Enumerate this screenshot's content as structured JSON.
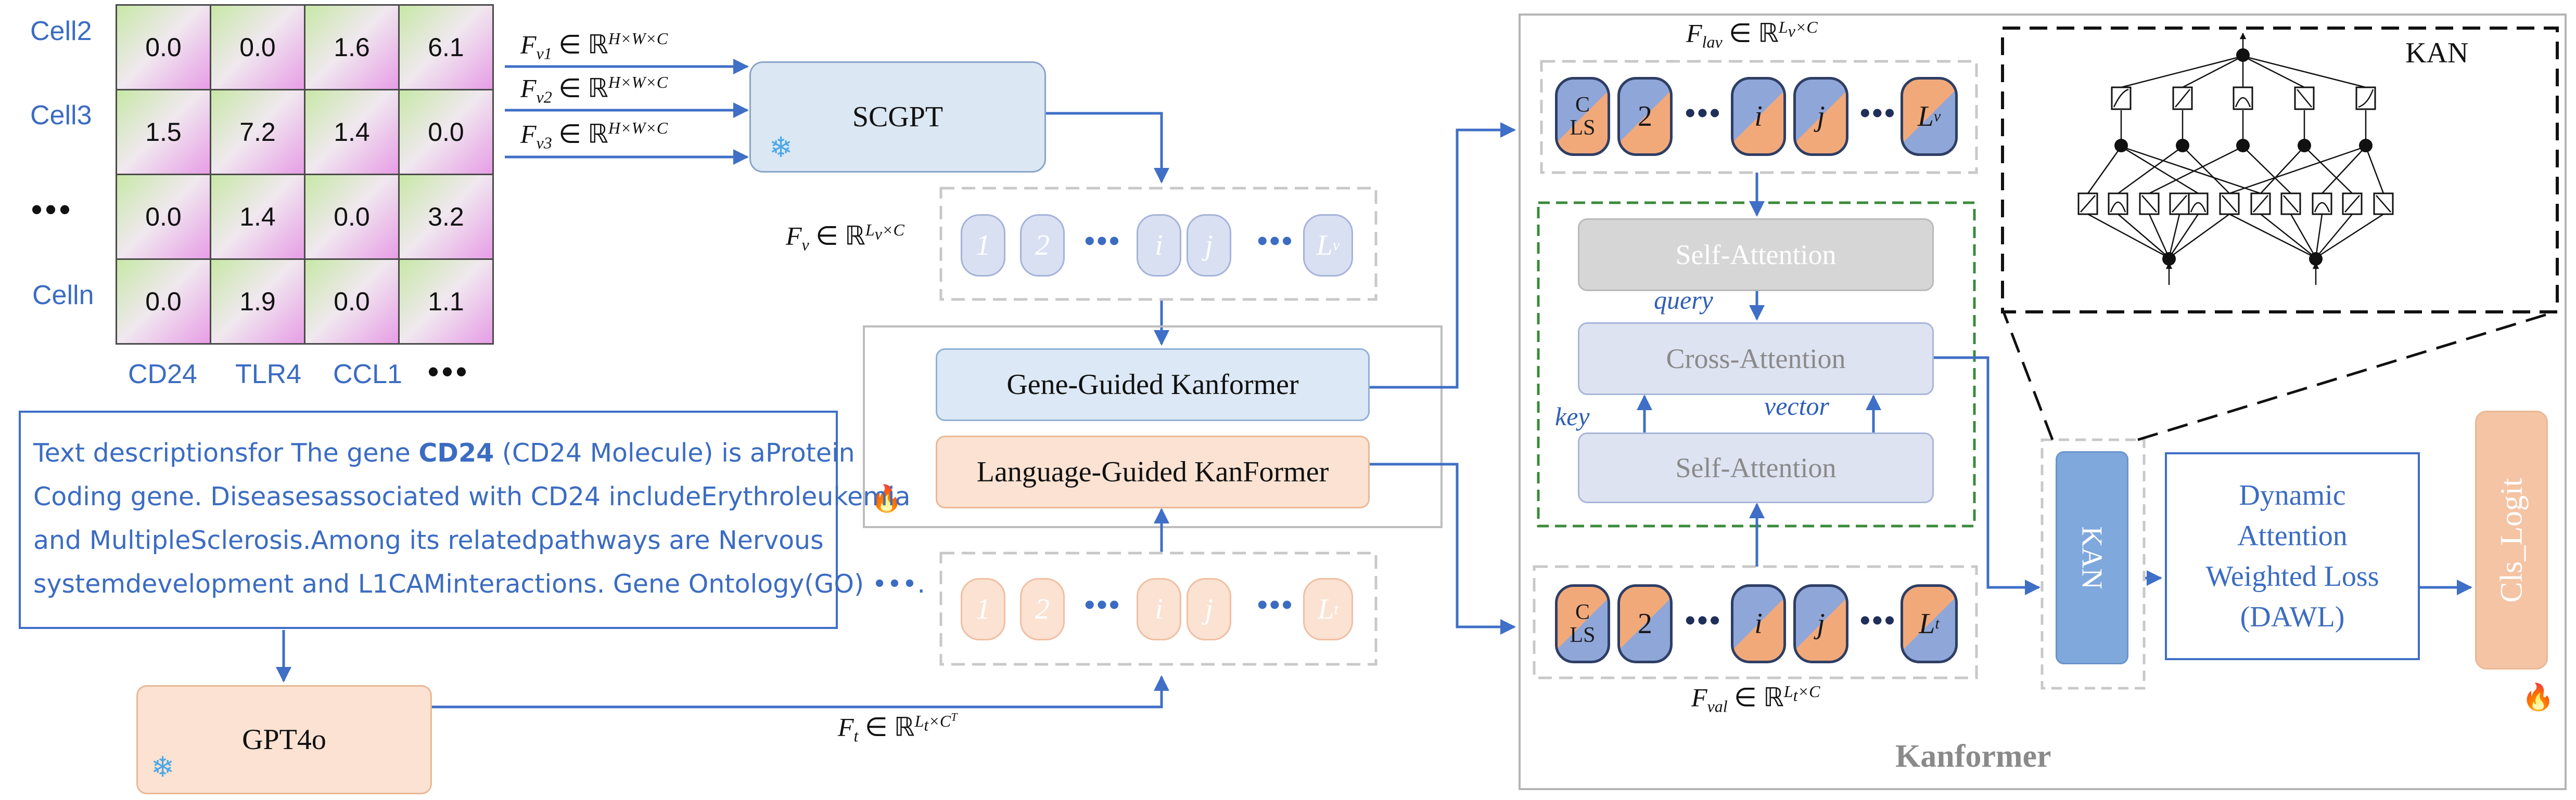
{
  "matrix": {
    "row_labels": [
      "Cell2",
      "Cell3",
      "•••",
      "Celln"
    ],
    "col_labels": [
      "CD24",
      "TLR4",
      "CCL1",
      "•••"
    ],
    "values": [
      [
        "0.0",
        "0.0",
        "1.6",
        "6.1"
      ],
      [
        "1.5",
        "7.2",
        "1.4",
        "0.0"
      ],
      [
        "0.0",
        "1.4",
        "0.0",
        "3.2"
      ],
      [
        "0.0",
        "1.9",
        "0.0",
        "1.1"
      ]
    ]
  },
  "inputs": {
    "fv1_label": "F",
    "fv1_sub": "v1",
    "fv2_sub": "v2",
    "fv3_sub": "v3",
    "in_symbol": "∈ ℝ",
    "fv_sup": "H×W×C"
  },
  "scgpt": {
    "label": "SCGPT"
  },
  "fv": {
    "label": "F",
    "sub": "v",
    "sup": "L",
    "sup_sub": "v",
    "sup_tail": "×C"
  },
  "visual_tokens": [
    "1",
    "2",
    "i",
    "j",
    "L",
    "v"
  ],
  "text_tokens": [
    "1",
    "2",
    "i",
    "j",
    "L",
    "t"
  ],
  "token_dots": "•••",
  "gene_guided": {
    "label": "Gene-Guided Kanformer"
  },
  "language_guided": {
    "label": "Language-Guided KanFormer"
  },
  "text_description": {
    "lines": [
      "Text descriptionsfor The gene |CD24| (CD24 Molecule) is aProtein",
      "Coding gene. Diseasesassociated with CD24 includeErythroleukemia",
      "and MultipleSclerosis.Among its relatedpathways are Nervous",
      "systemdevelopment and L1CAMinteractions. Gene Ontology(GO) •••."
    ],
    "bold_term": "CD24"
  },
  "gpt4o": {
    "label": "GPT4o"
  },
  "ft": {
    "label": "F",
    "sub": "t",
    "sup": "L",
    "sup_sub": "t",
    "sup_tail": "×C",
    "sup_t": "T"
  },
  "kanformer": {
    "title": "Kanformer",
    "flav": {
      "label": "F",
      "sub": "lav",
      "sup": "L",
      "sup_sub": "v",
      "sup_tail": "×C"
    },
    "fval": {
      "label": "F",
      "sub": "val",
      "sup": "L",
      "sup_sub": "t",
      "sup_tail": "×C"
    },
    "cls_top": "C",
    "cls_bottom": "LS",
    "top_tokens": [
      "2",
      "i",
      "j",
      "L",
      "v"
    ],
    "bottom_tokens": [
      "2",
      "i",
      "j",
      "L",
      "t"
    ],
    "self_attention_top": "Self-Attention",
    "cross_attention": "Cross-Attention",
    "self_attention_bottom": "Self-Attention",
    "query": "query",
    "key": "key",
    "vector": "vector"
  },
  "kan_inset": {
    "label": "KAN"
  },
  "kan_block": {
    "label": "KAN"
  },
  "dawl": {
    "lines": [
      "Dynamic",
      "Attention",
      "Weighted Loss",
      "(DAWL)"
    ]
  },
  "cls_logit": {
    "label": "Cls_Logit"
  },
  "icons": {
    "frozen": "snowflake-icon",
    "trainable": "flame-icon"
  },
  "colors": {
    "arrow": "#3f6fc6",
    "scgpt_fill": "#dbe7f3",
    "peach_fill": "#fbe2d2",
    "kan_fill": "#7fa8dc",
    "cls_fill": "#f4c4a4",
    "attention_grey": "#d6d6d6",
    "attention_blue": "#dde3f1",
    "dashed_green": "#3b8a3b"
  }
}
